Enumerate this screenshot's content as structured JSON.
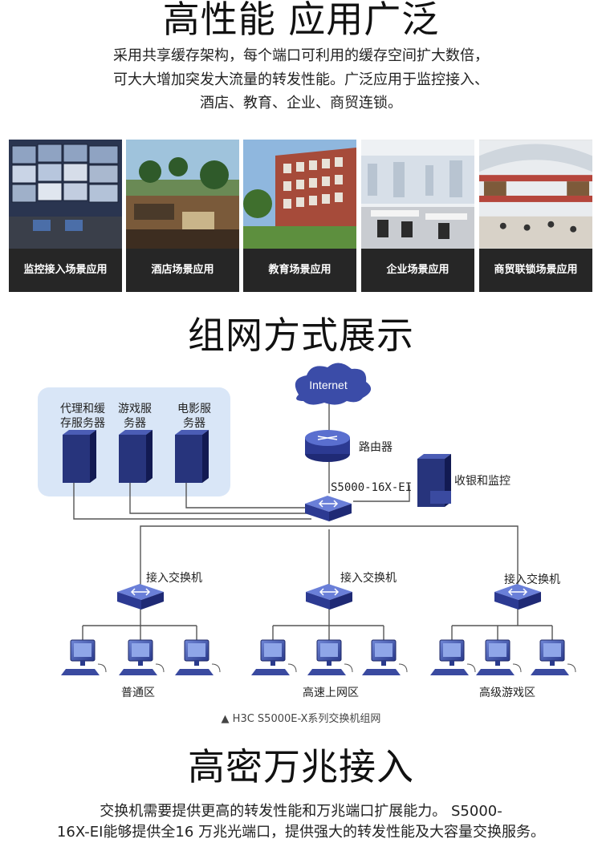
{
  "section1": {
    "title": "高性能 应用广泛",
    "lines": [
      "采用共享缓存架构，每个端口可利用的缓存空间扩大数倍，",
      "可大大增加突发大流量的转发性能。广泛应用于监控接入、",
      "酒店、教育、企业、商贸连锁。"
    ]
  },
  "scenes": [
    {
      "label": "监控接入场景应用",
      "icon": "surveillance-room-photo"
    },
    {
      "label": "酒店场景应用",
      "icon": "hotel-resort-photo"
    },
    {
      "label": "教育场景应用",
      "icon": "campus-building-photo"
    },
    {
      "label": "企业场景应用",
      "icon": "office-photo"
    },
    {
      "label": "商贸联锁场景应用",
      "icon": "shopping-mall-photo"
    }
  ],
  "section2": {
    "title": "组网方式展示"
  },
  "diagram": {
    "internet": "Internet",
    "router": "路由器",
    "core_switch": "S5000-16X-EI",
    "monitor": "收银和监控",
    "servers": [
      {
        "line1": "代理和缓",
        "line2": "存服务器"
      },
      {
        "line1": "游戏服",
        "line2": "务器"
      },
      {
        "line1": "电影服",
        "line2": "务器"
      }
    ],
    "access_switches": [
      "接入交换机",
      "接入交换机",
      "接入交换机"
    ],
    "zones": [
      "普通区",
      "高速上网区",
      "高级游戏区"
    ],
    "caption": "▲ H3C S5000E-X系列交换机组网",
    "colors": {
      "switch": "#2e3a8f",
      "server": "#1f2a6b",
      "cloud": "#3b4ca8",
      "panel": "#d9e6f7"
    }
  },
  "section3": {
    "title": "高密万兆接入",
    "lines": [
      "交换机需要提供更高的转发性能和万兆端口扩展能力。 S5000-",
      "16X-EI能够提供全16 万兆光端口，提供强大的转发性能及大容量交换服务。"
    ]
  }
}
